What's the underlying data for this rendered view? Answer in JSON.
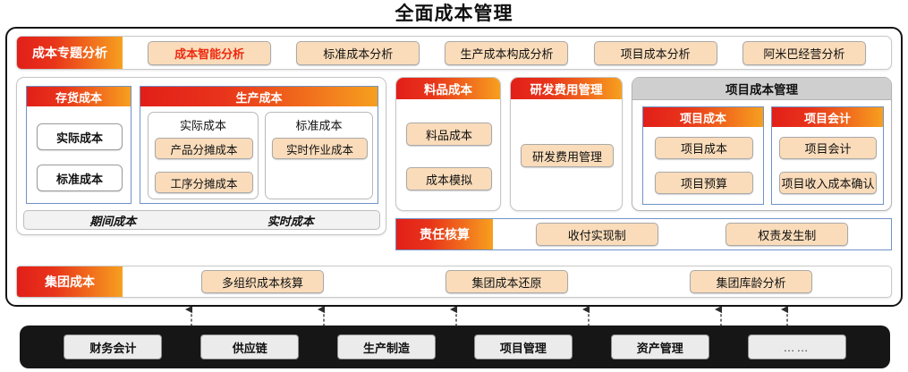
{
  "title": "全面成本管理",
  "colors": {
    "gradient_start": "#e21f19",
    "gradient_end": "#f6a01f",
    "pill_fill": "#fadcba",
    "accent_text": "#ee2a10",
    "footer_bg": "#161616",
    "box_border_blue": "#6f93c8"
  },
  "topic_row": {
    "label": "成本专题分析",
    "items": [
      {
        "label": "成本智能分析",
        "highlight": true
      },
      {
        "label": "标准成本分析",
        "highlight": false
      },
      {
        "label": "生产成本构成分析",
        "highlight": false
      },
      {
        "label": "项目成本分析",
        "highlight": false
      },
      {
        "label": "阿米巴经营分析",
        "highlight": false
      }
    ]
  },
  "inventory": {
    "header": "存货成本",
    "items": [
      {
        "label": "实际成本"
      },
      {
        "label": "标准成本"
      }
    ]
  },
  "production": {
    "header": "生产成本",
    "groups": [
      {
        "caption": "实际成本",
        "items": [
          {
            "label": "产品分摊成本"
          },
          {
            "label": "工序分摊成本"
          }
        ]
      },
      {
        "caption": "标准成本",
        "items": [
          {
            "label": "实时作业成本"
          }
        ]
      }
    ],
    "footers": [
      "期间成本",
      "实时成本"
    ]
  },
  "material": {
    "header": "料品成本",
    "items": [
      {
        "label": "料品成本"
      },
      {
        "label": "成本模拟"
      }
    ]
  },
  "rnd": {
    "header": "研发费用管理",
    "items": [
      {
        "label": "研发费用管理"
      }
    ]
  },
  "project": {
    "header": "项目成本管理",
    "boxes": [
      {
        "header": "项目成本",
        "items": [
          {
            "label": "项目成本"
          },
          {
            "label": "项目预算"
          }
        ]
      },
      {
        "header": "项目会计",
        "items": [
          {
            "label": "项目会计"
          },
          {
            "label": "项目收入成本确认"
          }
        ]
      }
    ]
  },
  "responsibility": {
    "label": "责任核算",
    "items": [
      {
        "label": "收付实现制"
      },
      {
        "label": "权责发生制"
      }
    ]
  },
  "group_cost": {
    "label": "集团成本",
    "items": [
      {
        "label": "多组织成本核算"
      },
      {
        "label": "集团成本还原"
      },
      {
        "label": "集团库龄分析"
      }
    ]
  },
  "footer": {
    "items": [
      {
        "label": "财务会计"
      },
      {
        "label": "供应链"
      },
      {
        "label": "生产制造"
      },
      {
        "label": "项目管理"
      },
      {
        "label": "资产管理"
      },
      {
        "label": "……"
      }
    ]
  }
}
